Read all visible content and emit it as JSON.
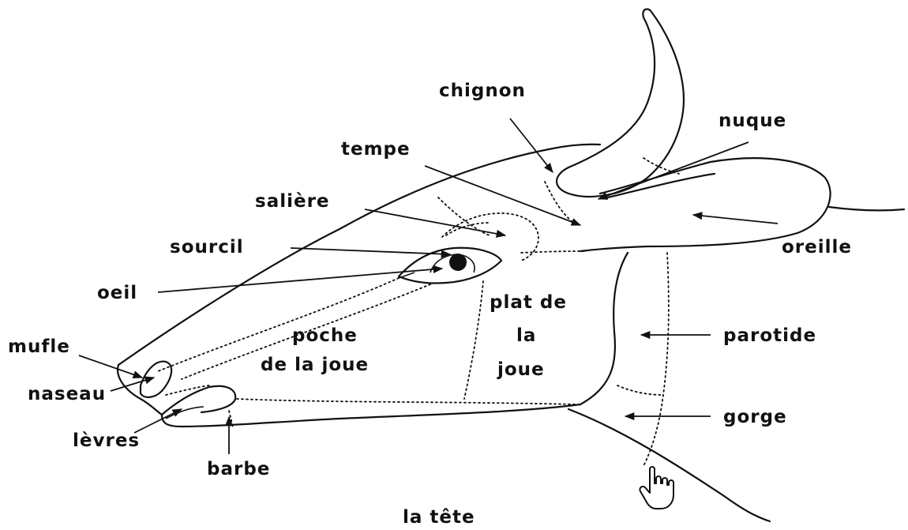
{
  "diagram": {
    "caption": "la tête",
    "labels": {
      "chignon": "chignon",
      "nuque": "nuque",
      "tempe": "tempe",
      "saliere": "salière",
      "sourcil": "sourcil",
      "oeil": "oeil",
      "oreille": "oreille",
      "mufle": "mufle",
      "naseau": "naseau",
      "levres": "lèvres",
      "barbe": "barbe",
      "poche_line1": "poche",
      "poche_line2": "de la joue",
      "plat_line1": "plat de",
      "plat_line2": "la",
      "plat_line3": "joue",
      "parotide": "parotide",
      "gorge": "gorge"
    },
    "cursor_icon": "hand-pointer-icon"
  }
}
